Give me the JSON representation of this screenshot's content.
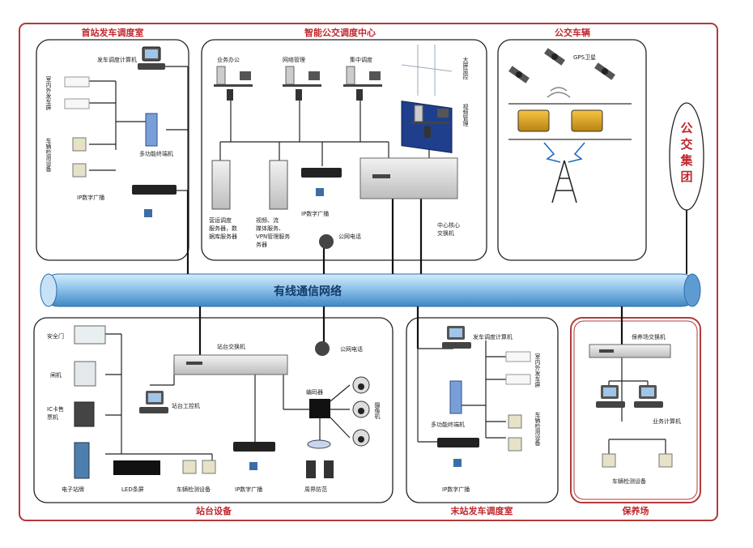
{
  "zones": {
    "start_station": "首站发车调度室",
    "center": "智能公交调度中心",
    "vehicles": "公交车辆",
    "platform": "站台设备",
    "end_station": "末站发车调度室",
    "depot": "保养场"
  },
  "group": [
    "公",
    "交",
    "集",
    "团"
  ],
  "network": "有线通信网络",
  "start_station": {
    "dispatch_computer": "发车调度计算机",
    "indoor_screen": [
      "室内外发车屏"
    ],
    "detector": [
      "车辆检测设备"
    ],
    "terminal": "多功能终端机",
    "ip_broadcast": "IP数字广播"
  },
  "center": {
    "ops_office": "业务办公",
    "network_mgmt": "网络管理",
    "central_dispatch": "集中调度",
    "big_screen": "大屏监控",
    "video_mgmt": "视频管理",
    "server1": [
      "营运调度",
      "服务器，数",
      "据库服务器"
    ],
    "server2": [
      "视频、流",
      "媒体服务、",
      "VPN管理服务",
      "务器"
    ],
    "ip_broadcast": "IP数字广播",
    "phone": "公网电话",
    "core_switch": [
      "中心核心",
      "交换机"
    ]
  },
  "vehicles": {
    "gps": "GPS卫星"
  },
  "platform": {
    "safety_door": "安全门",
    "gate": "闸机",
    "ic_machine": [
      "IC卡售",
      "票机"
    ],
    "e_sign": "电子站牌",
    "led": "LED条屏",
    "detector": "车辆检测设备",
    "switch": "站台交换机",
    "workstation": "站台工控机",
    "phone": "公网电话",
    "ip_broadcast": "IP数字广播",
    "encoder": "编码器",
    "camera": "摄像机",
    "alarm": "周界防范"
  },
  "end_station": {
    "dispatch_computer": "发车调度计算机",
    "indoor_screen": [
      "室内外发车屏"
    ],
    "detector": [
      "车辆检测设备"
    ],
    "terminal": "多功能终端机",
    "ip_broadcast": "IP数字广播"
  },
  "depot": {
    "switch": "保养场交换机",
    "computer": "业务计算机",
    "detector": "车辆检测设备"
  },
  "colors": {
    "accent": "#c0272d",
    "network_blue": "#8fc3ea",
    "line": "#1a1a1a"
  }
}
